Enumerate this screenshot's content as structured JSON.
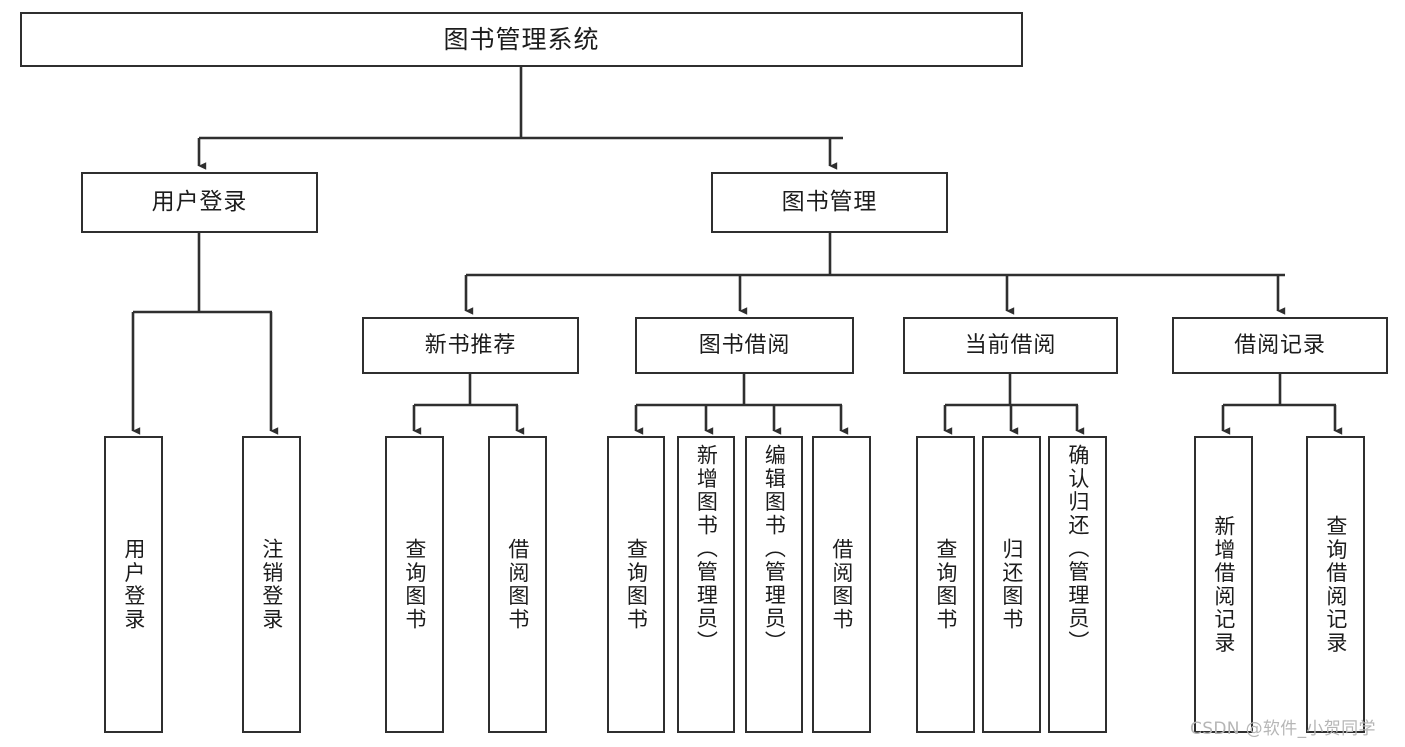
{
  "diagram": {
    "title": "图书管理系统",
    "watermark": "CSDN @软件_小贺同学",
    "line_color": "#2f2f2f",
    "box_fill": "#ffffff",
    "text_color": "#1c1c1c"
  },
  "nodes": {
    "root": {
      "label": "图书管理系统"
    },
    "level2": [
      {
        "label": "用户登录"
      },
      {
        "label": "图书管理"
      }
    ],
    "level3": [
      {
        "label": "新书推荐"
      },
      {
        "label": "图书借阅"
      },
      {
        "label": "当前借阅"
      },
      {
        "label": "借阅记录"
      }
    ],
    "leaves": {
      "user_login": [
        {
          "label": "用户登录"
        },
        {
          "label": "注销登录"
        }
      ],
      "new_book": [
        {
          "label": "查询图书"
        },
        {
          "label": "借阅图书"
        }
      ],
      "book_borrow": [
        {
          "label": "查询图书"
        },
        {
          "label": "新增图书（管理员）"
        },
        {
          "label": "编辑图书（管理员）"
        },
        {
          "label": "借阅图书"
        }
      ],
      "current_borrow": [
        {
          "label": "查询图书"
        },
        {
          "label": "归还图书"
        },
        {
          "label": "确认归还（管理员）"
        }
      ],
      "borrow_record": [
        {
          "label": "新增借阅记录"
        },
        {
          "label": "查询借阅记录"
        }
      ]
    }
  },
  "chart_data": {
    "type": "tree",
    "title": "图书管理系统",
    "root": "图书管理系统",
    "edges": [
      [
        "图书管理系统",
        "用户登录"
      ],
      [
        "图书管理系统",
        "图书管理"
      ],
      [
        "用户登录",
        "用户登录"
      ],
      [
        "用户登录",
        "注销登录"
      ],
      [
        "图书管理",
        "新书推荐"
      ],
      [
        "图书管理",
        "图书借阅"
      ],
      [
        "图书管理",
        "当前借阅"
      ],
      [
        "图书管理",
        "借阅记录"
      ],
      [
        "新书推荐",
        "查询图书"
      ],
      [
        "新书推荐",
        "借阅图书"
      ],
      [
        "图书借阅",
        "查询图书"
      ],
      [
        "图书借阅",
        "新增图书（管理员）"
      ],
      [
        "图书借阅",
        "编辑图书（管理员）"
      ],
      [
        "图书借阅",
        "借阅图书"
      ],
      [
        "当前借阅",
        "查询图书"
      ],
      [
        "当前借阅",
        "归还图书"
      ],
      [
        "当前借阅",
        "确认归还（管理员）"
      ],
      [
        "借阅记录",
        "新增借阅记录"
      ],
      [
        "借阅记录",
        "查询借阅记录"
      ]
    ],
    "levels": 4,
    "orientation": "top-down"
  }
}
